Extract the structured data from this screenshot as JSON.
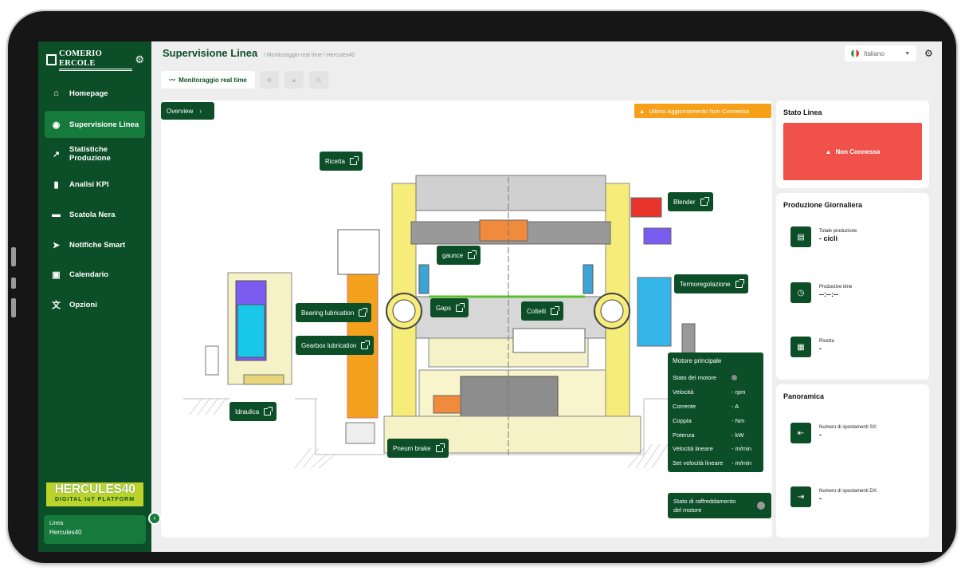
{
  "sidebar": {
    "logo_text": "COMERIO ERCOLE",
    "items": [
      {
        "label": "Homepage",
        "icon": "home-icon"
      },
      {
        "label": "Supervisione Linea",
        "icon": "eye-icon"
      },
      {
        "label": "Statistiche Produzione",
        "icon": "trend-icon"
      },
      {
        "label": "Analisi KPI",
        "icon": "bar-chart-icon"
      },
      {
        "label": "Scatola Nera",
        "icon": "black-box-icon"
      },
      {
        "label": "Notifiche Smart",
        "icon": "send-icon"
      },
      {
        "label": "Calendario",
        "icon": "calendar-icon"
      },
      {
        "label": "Opzioni",
        "icon": "translate-icon"
      }
    ],
    "brand_title": "HERCULES40",
    "brand_sub": "DIGITAL IoT PLATFORM",
    "linea_label": "Linea",
    "linea_value": "Hercules40"
  },
  "header": {
    "title": "Supervisione Linea",
    "breadcrumb": "/ Monitoraggio real time  / Hercules40",
    "language": "Italiano"
  },
  "tabs": {
    "active": "Monitoraggio real time"
  },
  "toolbar": {
    "overview": "Overview",
    "warning": "Ultimo Aggiornamento  Non Connessa"
  },
  "machine_buttons": {
    "ricetta": "Ricetta",
    "blender": "Blender",
    "gaunce": "gaunce",
    "termo": "Termoregolazione",
    "bearing": "Bearing lubrication",
    "gaps": "Gaps",
    "coltelli": "Coltelli",
    "gearbox": "Gearbox lubrication",
    "idraulica": "Idraulica",
    "pneum": "Pneum brake"
  },
  "motor": {
    "title": "Motore principale",
    "rows": [
      {
        "label": "Stato del motore",
        "value": ""
      },
      {
        "label": "Velocità",
        "value": "- rpm"
      },
      {
        "label": "Corrente",
        "value": "- A"
      },
      {
        "label": "Coppia",
        "value": "- Nm"
      },
      {
        "label": "Potenza",
        "value": "- kW"
      },
      {
        "label": "Velocità lineare",
        "value": "- m/min"
      },
      {
        "label": "Set velocità lineare",
        "value": "- m/min"
      }
    ],
    "cooling_l1": "Stato di raffreddamento",
    "cooling_l2": "del motore"
  },
  "stato_linea": {
    "title": "Stato Linea",
    "status": "Non Connessa"
  },
  "produzione": {
    "title": "Produzione Giornaliera",
    "items": [
      {
        "label": "Totale produzione",
        "value": "- cicli"
      },
      {
        "label": "Productive time",
        "value": "--:--:--"
      },
      {
        "label": "Ricetta",
        "value": "-"
      }
    ]
  },
  "panoramica": {
    "title": "Panoramica",
    "items": [
      {
        "label": "Numero di spostamenti SX:",
        "value": "-"
      },
      {
        "label": "Numero di spostamenti DX:",
        "value": "-"
      }
    ]
  },
  "colors": {
    "primary": "#0c4e28",
    "active": "#167a3c",
    "warning": "#f7a11a",
    "error": "#f0514b",
    "accent": "#bcd42a"
  }
}
